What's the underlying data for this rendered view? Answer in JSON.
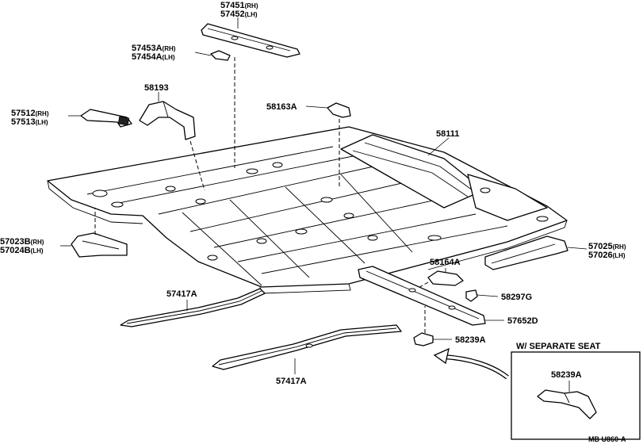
{
  "labels": {
    "p57451": "57451",
    "p57451_suffix": "(RH)",
    "p57452": "57452",
    "p57452_suffix": "(LH)",
    "p57453A": "57453A",
    "p57453A_suffix": "(RH)",
    "p57454A": "57454A",
    "p57454A_suffix": "(LH)",
    "p58193": "58193",
    "p57512": "57512",
    "p57512_suffix": "(RH)",
    "p57513": "57513",
    "p57513_suffix": "(LH)",
    "p58163A": "58163A",
    "p58111": "58111",
    "p57023B": "57023B",
    "p57023B_suffix": "(RH)",
    "p57024B": "57024B",
    "p57024B_suffix": "(LH)",
    "p57025": "57025",
    "p57025_suffix": "(RH)",
    "p57026": "57026",
    "p57026_suffix": "(LH)",
    "p58164A": "58164A",
    "p58297G": "58297G",
    "p57652D": "57652D",
    "p58239A": "58239A",
    "p57417A_upper": "57417A",
    "p57417A_lower": "57417A"
  },
  "inset": {
    "title": "W/ SEPARATE SEAT",
    "part": "58239A"
  },
  "diagram_code": "MB U860-A"
}
